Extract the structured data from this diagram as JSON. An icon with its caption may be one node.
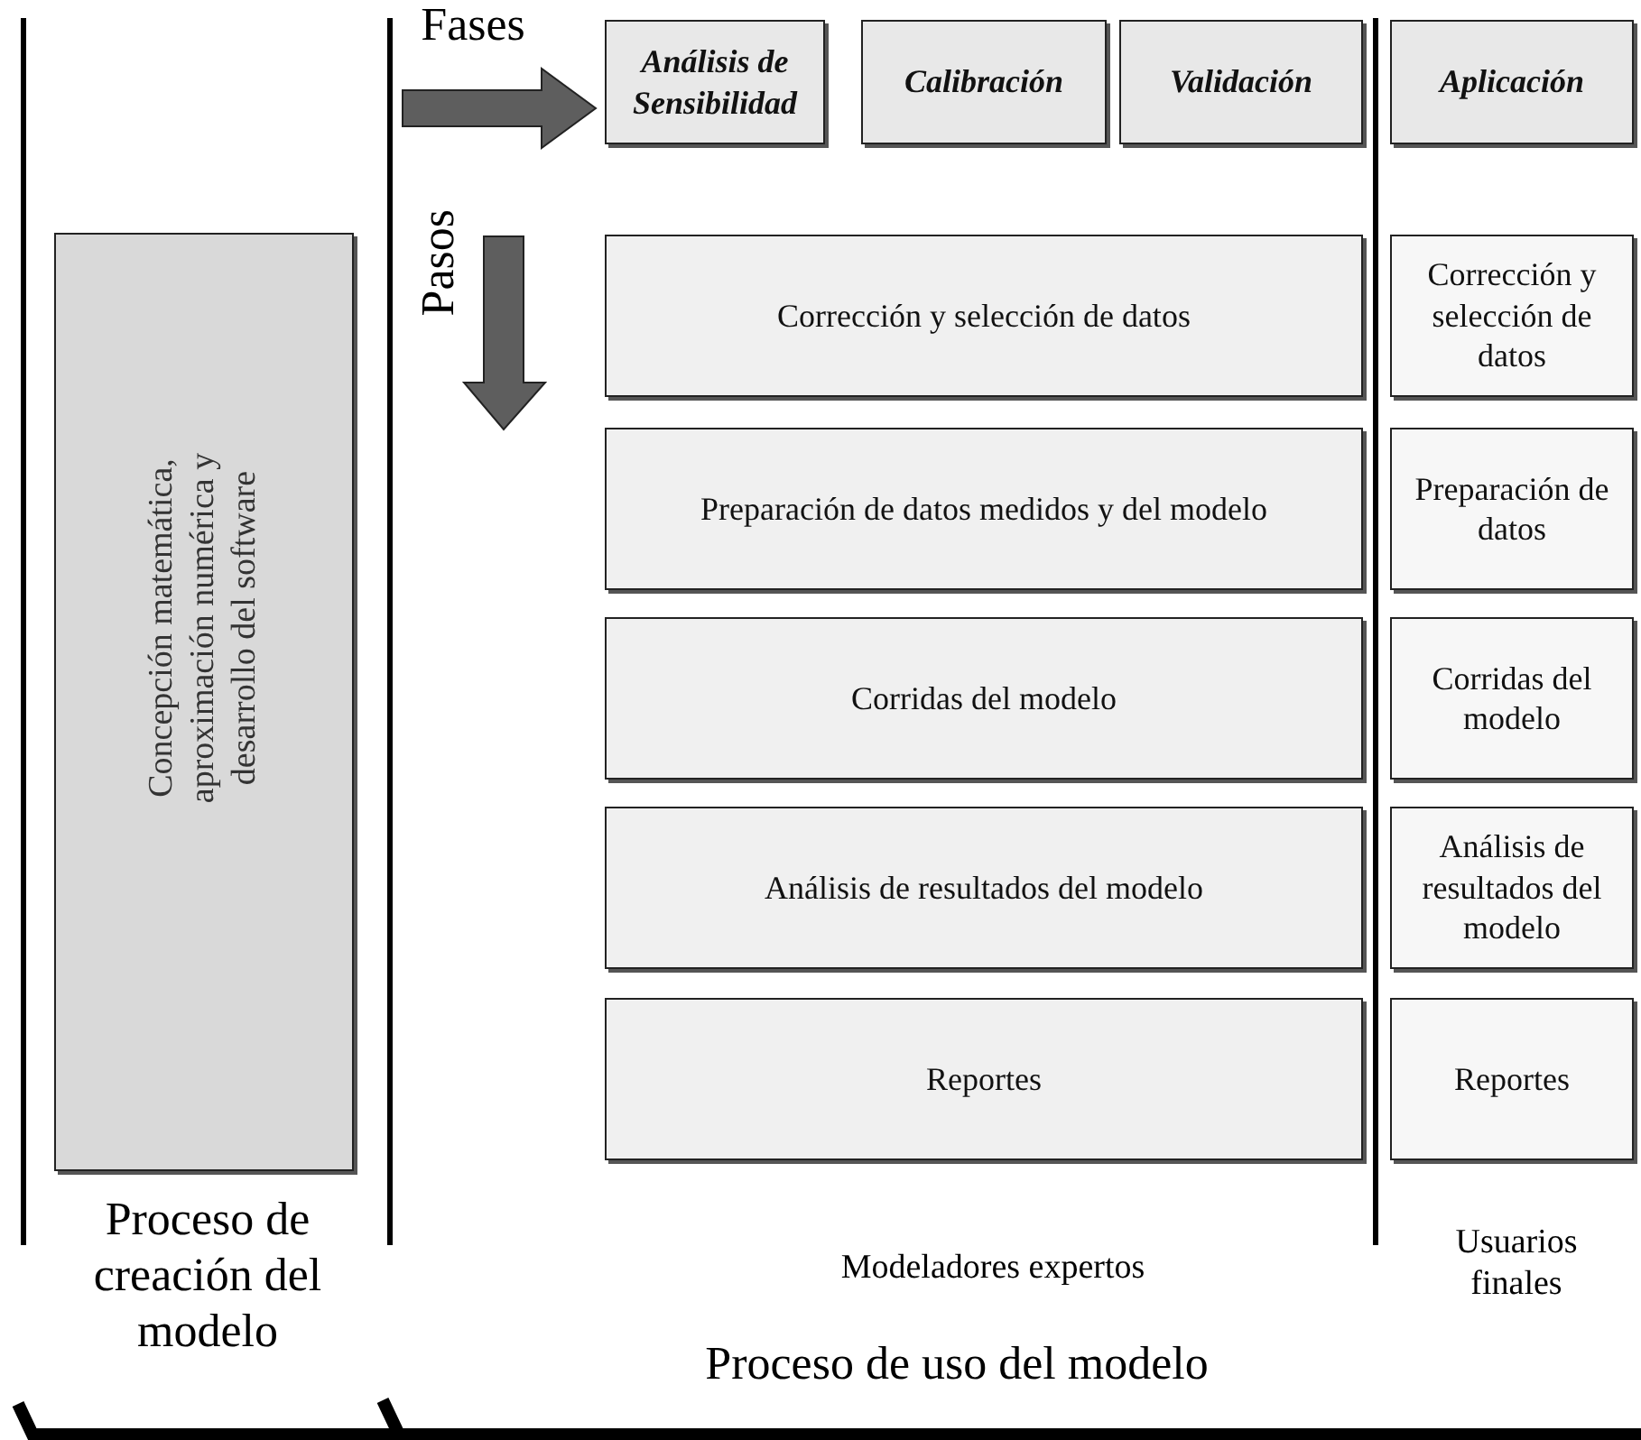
{
  "diagram": {
    "nodes": [
      {
        "text": [
          "Concepción matemática, aproximación numérica y desarrollo del software"
        ]
      },
      {
        "text": [
          "Análisis de Sensibilidad"
        ]
      },
      {
        "text": [
          "Calibración"
        ]
      },
      {
        "text": [
          "Validación"
        ]
      },
      {
        "text": [
          "Aplicación"
        ]
      },
      {
        "text": [
          "Corrección y selección de datos"
        ]
      },
      {
        "text": [
          "Preparación de datos medidos y del modelo"
        ]
      },
      {
        "text": [
          "Corridas del modelo"
        ]
      },
      {
        "text": [
          "Análisis de resultados del modelo"
        ]
      },
      {
        "text": [
          "Reportes"
        ]
      },
      {
        "text": [
          "Corrección y selección de datos"
        ]
      },
      {
        "text": [
          "Preparación de datos"
        ]
      },
      {
        "text": [
          "Corridas del modelo"
        ]
      },
      {
        "text": [
          "Análisis de resultados del modelo"
        ]
      },
      {
        "text": [
          "Reportes"
        ]
      }
    ],
    "edges": [
      {
        "from": null,
        "to": 1,
        "arrow": "to",
        "style": "thick"
      }
    ],
    "labels": [
      "Fases",
      "Pasos",
      "Proceso de creación del modelo",
      "Modeladores expertos",
      "Usuarios finales",
      "Proceso de uso del modelo"
    ]
  }
}
